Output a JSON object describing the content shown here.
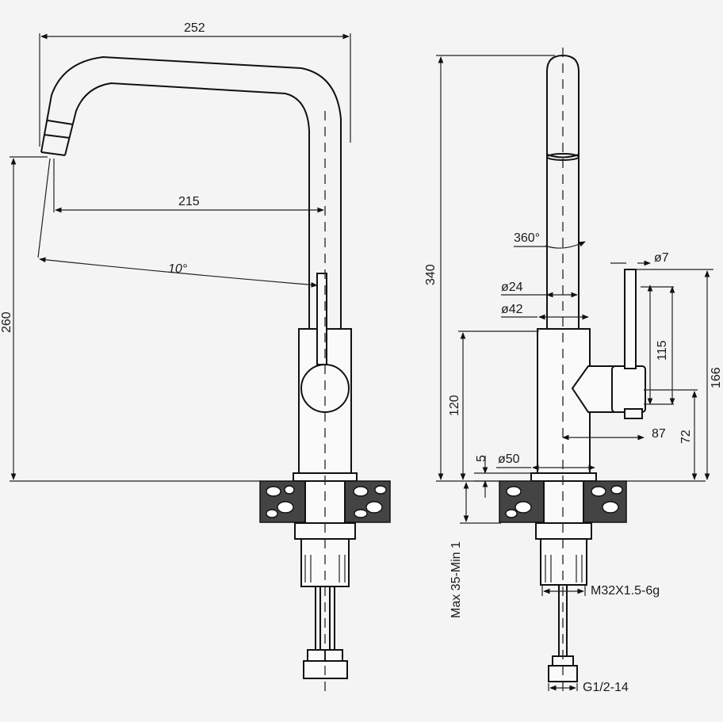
{
  "front_view": {
    "dims": {
      "spout_reach": "252",
      "outlet_offset": "215",
      "spout_tilt": "10°",
      "outlet_height": "260"
    }
  },
  "side_view": {
    "dims": {
      "total_height": "340",
      "rotation": "360°",
      "handle_diameter": "ø7",
      "spout_diameter": "ø24",
      "body_top_diameter": "ø42",
      "body_height": "120",
      "handle_height": "115",
      "handle_top_height": "166",
      "handle_reach": "87",
      "handle_base_height": "72",
      "flange_height": "5",
      "base_diameter": "ø50",
      "counter_thickness": "Max 35-Min 1",
      "mount_thread": "M32X1.5-6g",
      "hose_thread": "G1/2-14"
    }
  }
}
